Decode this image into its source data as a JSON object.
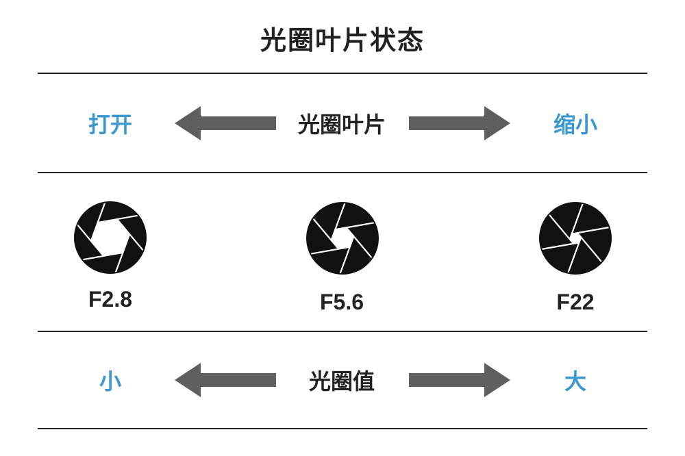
{
  "title": "光圈叶片状态",
  "row_blades": {
    "left_label": "打开",
    "center_label": "光圈叶片",
    "right_label": "缩小"
  },
  "apertures": [
    {
      "label": "F2.8",
      "opening": 0.55
    },
    {
      "label": "F5.6",
      "opening": 0.32
    },
    {
      "label": "F22",
      "opening": 0.16
    }
  ],
  "row_value": {
    "left_label": "小",
    "center_label": "光圈值",
    "right_label": "大"
  },
  "colors": {
    "accent": "#3a97cf",
    "text": "#222222",
    "arrow": "#5f5f5f",
    "rule": "#222222"
  }
}
